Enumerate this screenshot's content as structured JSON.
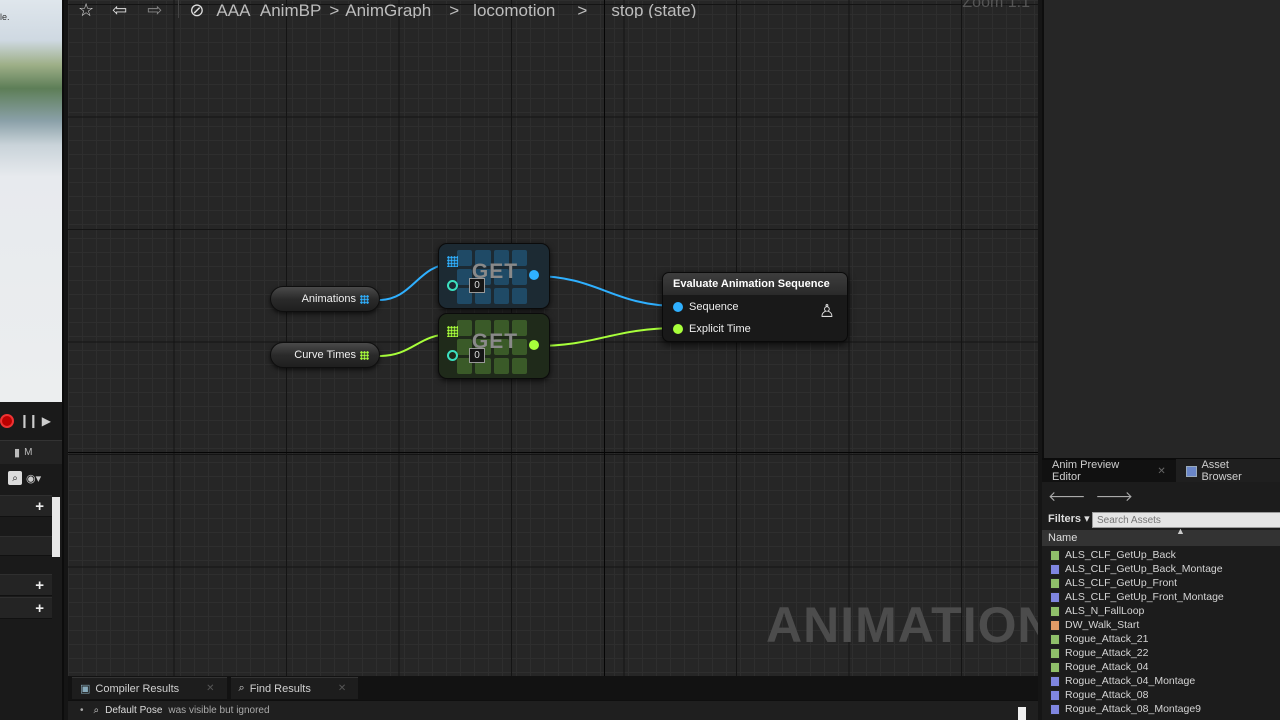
{
  "left": {
    "viewport_text": "le.",
    "tab_label": "M",
    "plus": "+"
  },
  "toolbar": {
    "star": "☆",
    "back": "⇦",
    "forward": "⇨",
    "crumbs": [
      "AAA_AnimBP",
      ">",
      "AnimGraph",
      ">",
      "locomotion",
      ">",
      "stop (state)"
    ],
    "zoom": "Zoom 1:1"
  },
  "graph": {
    "watermark": "ANIMATION",
    "var_nodes": [
      {
        "label": "Animations",
        "type": "array-blue"
      },
      {
        "label": "Curve Times",
        "type": "array-green"
      }
    ],
    "get_nodes": [
      {
        "title": "GET",
        "index": "0"
      },
      {
        "title": "GET",
        "index": "0"
      }
    ],
    "eval_node": {
      "title": "Evaluate Animation Sequence",
      "pins": [
        "Sequence",
        "Explicit Time"
      ],
      "icon": "animation-figure-icon"
    },
    "colors": {
      "blue_pin": "#2fb0ff",
      "green_pin": "#a8ff3b"
    }
  },
  "right": {
    "tabs": [
      {
        "label": "Anim Preview Editor",
        "active": false
      },
      {
        "label": "Asset Browser",
        "active": true
      }
    ],
    "filters_label": "Filters ▾",
    "search_placeholder": "Search Assets",
    "column_header": "Name",
    "assets": [
      {
        "name": "ALS_CLF_GetUp_Back",
        "kind": "seq"
      },
      {
        "name": "ALS_CLF_GetUp_Back_Montage",
        "kind": "mon"
      },
      {
        "name": "ALS_CLF_GetUp_Front",
        "kind": "seq"
      },
      {
        "name": "ALS_CLF_GetUp_Front_Montage",
        "kind": "mon"
      },
      {
        "name": "ALS_N_FallLoop",
        "kind": "seq"
      },
      {
        "name": "DW_Walk_Start",
        "kind": "comp"
      },
      {
        "name": "Rogue_Attack_21",
        "kind": "seq"
      },
      {
        "name": "Rogue_Attack_22",
        "kind": "seq"
      },
      {
        "name": "Rogue_Attack_04",
        "kind": "seq"
      },
      {
        "name": "Rogue_Attack_04_Montage",
        "kind": "mon"
      },
      {
        "name": "Rogue_Attack_08",
        "kind": "mon"
      },
      {
        "name": "Rogue_Attack_08_Montage9",
        "kind": "mon"
      }
    ]
  },
  "bottom": {
    "tabs": [
      "Compiler Results",
      "Find Results"
    ],
    "log": {
      "node": "Default Pose",
      "message": "was visible but ignored"
    }
  }
}
